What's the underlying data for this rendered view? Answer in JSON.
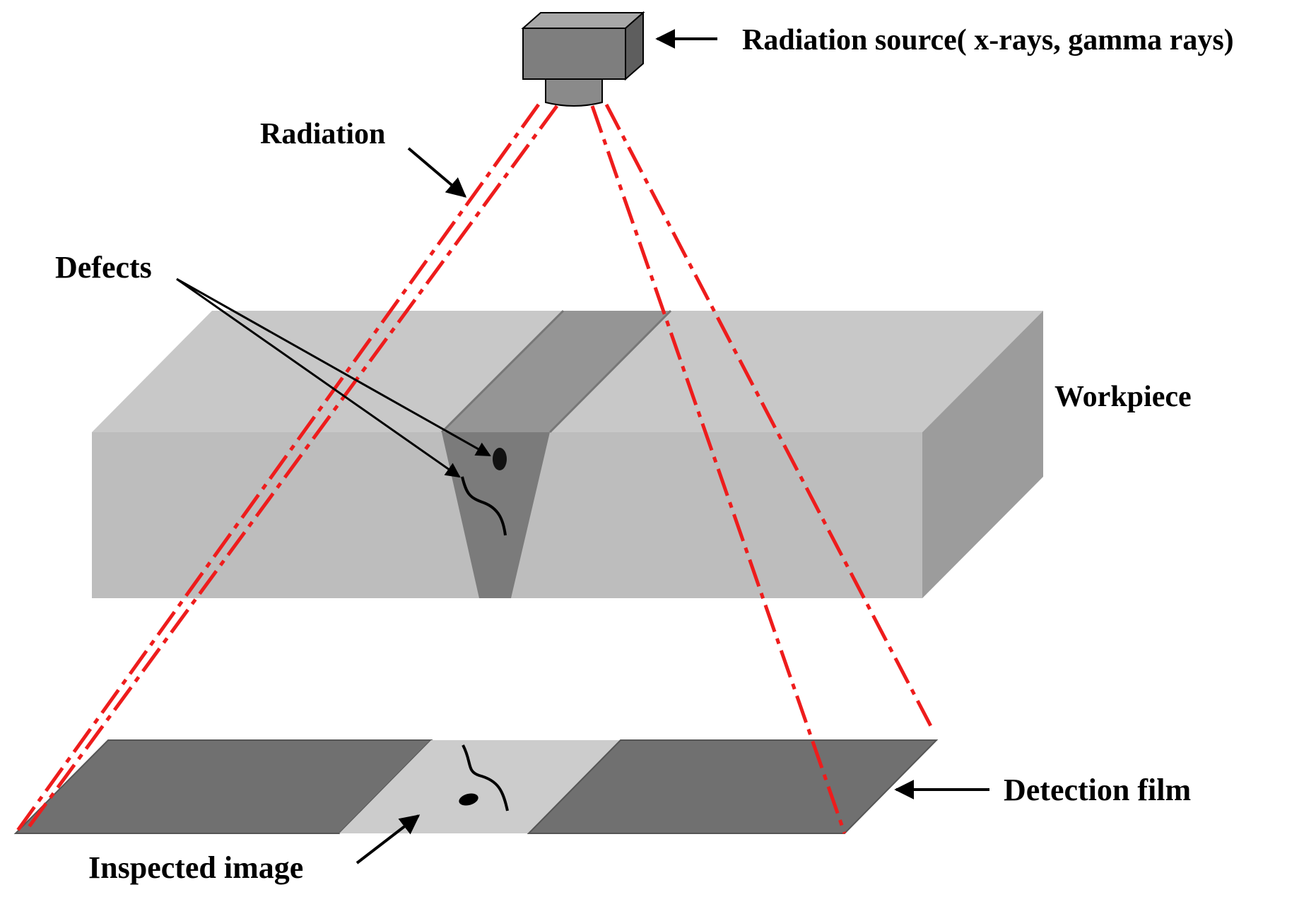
{
  "labels": {
    "source": "Radiation source( x-rays, gamma rays)",
    "radiation": "Radiation",
    "defects": "Defects",
    "workpiece": "Workpiece",
    "film": "Detection film",
    "image": "Inspected image"
  },
  "colors": {
    "beam": "#ee1c1c",
    "workpiece_top": "#c8c8c8",
    "workpiece_front": "#bdbdbd",
    "workpiece_side": "#9c9c9c",
    "weld_top": "#959595",
    "weld_front": "#7b7b7b",
    "film_dark": "#707070",
    "film_light": "#cccccc",
    "source_body": "#7e7e7e",
    "defect": "#111111"
  }
}
